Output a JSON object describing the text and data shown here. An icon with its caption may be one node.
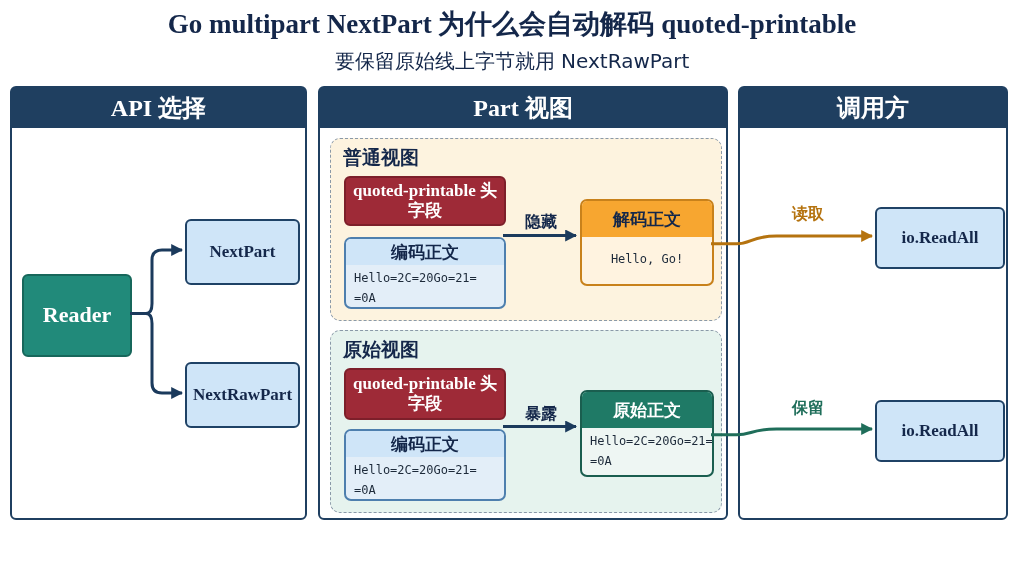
{
  "diagram": {
    "title": "Go multipart NextPart 为什么会自动解码 quoted-printable",
    "nodes": [
      {
        "text": [
          "API 选择"
        ]
      },
      {
        "text": [
          "Reader"
        ],
        "in": 0
      },
      {
        "text": [
          "NextPart"
        ],
        "in": 0
      },
      {
        "text": [
          "NextRawPart"
        ],
        "in": 0
      },
      {
        "text": [
          "Part 视图"
        ]
      },
      {
        "text": [
          "普通视图"
        ],
        "in": 4
      },
      {
        "text": [
          "quoted-printable 头字段"
        ],
        "in": 5
      },
      {
        "text": [
          "编码正文",
          "Hello=2C=20Go=21= =0A"
        ],
        "in": 5
      },
      {
        "text": [
          "解码正文",
          "Hello, Go!"
        ],
        "in": 5
      },
      {
        "text": [
          "原始视图"
        ],
        "in": 4
      },
      {
        "text": [
          "quoted-printable 头字段"
        ],
        "in": 9
      },
      {
        "text": [
          "编码正文",
          "Hello=2C=20Go=21= =0A"
        ],
        "in": 9
      },
      {
        "text": [
          "原始正文",
          "Hello=2C=20Go=21= =0A"
        ],
        "in": 9
      },
      {
        "text": [
          "调用方"
        ]
      },
      {
        "text": [
          "io.ReadAll"
        ],
        "in": 13
      },
      {
        "text": [
          "io.ReadAll"
        ],
        "in": 13
      }
    ],
    "edges": [
      {
        "from": 1,
        "to": 2,
        "arrow": "to"
      },
      {
        "from": 1,
        "to": 3,
        "arrow": "to"
      },
      {
        "from": 7,
        "to": 8,
        "arrow": "to",
        "label": "隐藏"
      },
      {
        "from": 11,
        "to": 12,
        "arrow": "to",
        "label": "暴露"
      },
      {
        "from": 8,
        "to": 14,
        "arrow": "to",
        "label": "读取",
        "color": "#b5730f"
      },
      {
        "from": 12,
        "to": 15,
        "arrow": "to",
        "label": "保留",
        "color": "#1f6e5a"
      }
    ],
    "labels": [
      "要保留原始线上字节就用 NextRawPart"
    ]
  }
}
